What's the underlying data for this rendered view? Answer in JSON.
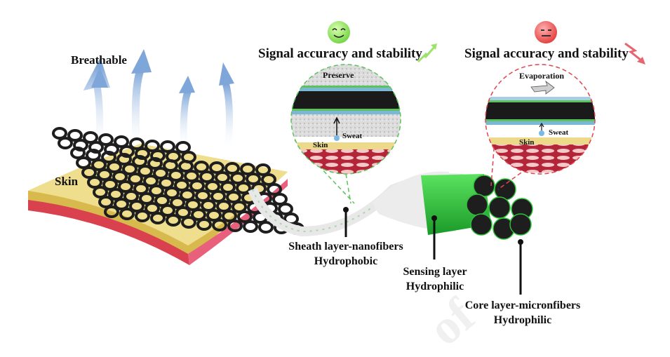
{
  "labels": {
    "breathable": "Breathable",
    "skin_main": "Skin",
    "good_title": "Signal accuracy and stability",
    "bad_title": "Signal accuracy and stability",
    "sheath": [
      "Sheath layer-nanofibers",
      "Hydrophobic"
    ],
    "sensing": [
      "Sensing layer",
      "Hydrophilic"
    ],
    "core": [
      "Core layer-micronfibers",
      "Hydrophilic"
    ],
    "watermark": "of"
  },
  "inset_good": {
    "top_label": "Preserve",
    "sweat_label": "Sweat",
    "skin_label": "Skin",
    "status_icon": "smiley-happy-icon",
    "trend_icon": "arrow-up-trend-icon",
    "accent": "#5cc25c"
  },
  "inset_bad": {
    "top_label": "Evaporation",
    "sweat_label": "Sweat",
    "skin_label": "Skin",
    "status_icon": "smiley-neutral-icon",
    "trend_icon": "arrow-down-trend-icon",
    "accent": "#e0454f"
  },
  "colors": {
    "fiber_green": "#2fbf3a",
    "core_black": "#1e1e1e",
    "skin_yellow": "#e8d27a",
    "skin_red": "#d9414f",
    "arrow_blue": "#7fa6d8"
  }
}
